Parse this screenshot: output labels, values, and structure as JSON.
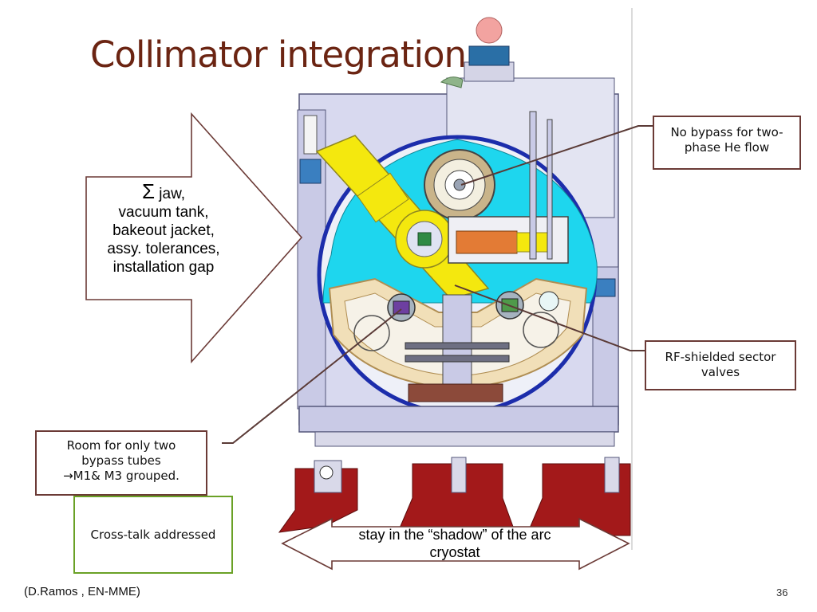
{
  "slide": {
    "title": "Collimator integration",
    "page_number": "36",
    "credit": "(D.Ramos , EN-MME)"
  },
  "arrow_box": {
    "symbol": "Σ",
    "lines": [
      "jaw,",
      "vacuum tank,",
      "bakeout jacket,",
      "assy. tolerances,",
      "installation gap"
    ]
  },
  "callouts": {
    "bypass": [
      "No  bypass for two-",
      "phase He flow"
    ],
    "valves": [
      "RF-shielded sector",
      "valves"
    ],
    "room": [
      "Room for only two",
      "bypass tubes",
      "→M1& M3 grouped."
    ],
    "crosstalk": "Cross-talk addressed"
  },
  "double_arrow": {
    "lines": [
      "stay in the “shadow” of the arc",
      "cryostat"
    ]
  },
  "colors": {
    "title": "#6b2412",
    "callout_border": "#6b3a36",
    "green_border": "#6aa126",
    "arrow_outline": "#6b3a36",
    "accent_yellow": "#f4e80e",
    "accent_cyan": "#1ed6ee",
    "vessel_blue": "#1c2dab",
    "support_red": "#a3191a"
  }
}
